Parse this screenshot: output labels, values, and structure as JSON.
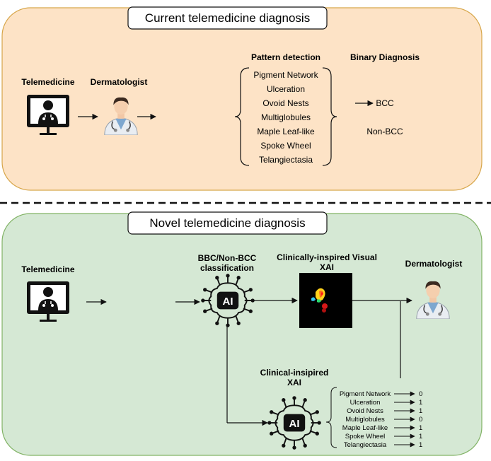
{
  "top_panel": {
    "title": "Current telemedicine diagnosis",
    "telemedicine_label": "Telemedicine",
    "dermatologist_label": "Dermatologist",
    "pattern_header": "Pattern detection",
    "binary_header": "Binary Diagnosis",
    "patterns": [
      "Pigment Network",
      "Ulceration",
      "Ovoid Nests",
      "Multiglobules",
      "Maple Leaf-like",
      "Spoke Wheel",
      "Telangiectasia"
    ],
    "diagnosis_bcc": "BCC",
    "diagnosis_non_bcc": "Non-BCC"
  },
  "bottom_panel": {
    "title": "Novel telemedicine diagnosis",
    "telemedicine_label": "Telemedicine",
    "classification_label_line1": "BBC/Non-BCC",
    "classification_label_line2": "classification",
    "visual_xai_line1": "Clinically-inspired Visual",
    "visual_xai_line2": "XAI",
    "dermatologist_label": "Dermatologist",
    "clinical_xai_line1": "Clinical-insipired",
    "clinical_xai_line2": "XAI",
    "ai_chip_text": "AI",
    "patterns": [
      {
        "label": "Pigment Network",
        "value": "0"
      },
      {
        "label": "Ulceration",
        "value": "1"
      },
      {
        "label": "Ovoid Nests",
        "value": "1"
      },
      {
        "label": "Multiglobules",
        "value": "0"
      },
      {
        "label": "Maple Leaf-like",
        "value": "1"
      },
      {
        "label": "Spoke Wheel",
        "value": "1"
      },
      {
        "label": "Telangiectasia",
        "value": "1"
      }
    ]
  },
  "colors": {
    "top_fill": "#fde3c6",
    "top_stroke": "#d7a64a",
    "bottom_fill": "#d5e8d4",
    "bottom_stroke": "#82b366",
    "dark": "#1a1a1a"
  },
  "icons": [
    "telemedicine-monitor-icon",
    "doctor-icon",
    "ai-chip-icon",
    "heatmap-image"
  ]
}
